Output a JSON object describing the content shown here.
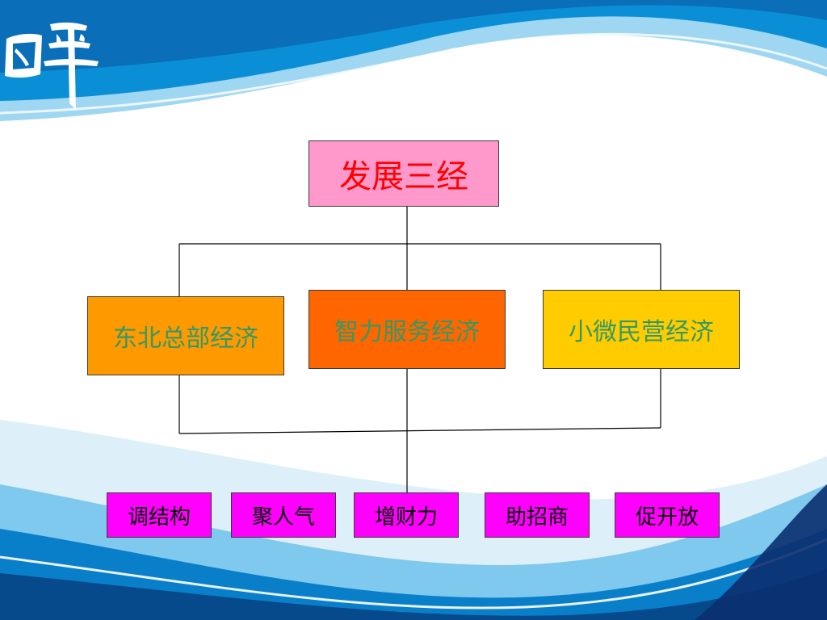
{
  "colors": {
    "root_fill": "#FF99CC",
    "root_text": "#FF0000",
    "mid_left_fill": "#FF9900",
    "mid_center_fill": "#FF6600",
    "mid_right_fill": "#FFCC00",
    "mid_text": "#339966",
    "leaf_fill": "#FF00FF",
    "leaf_text": "#000000",
    "wave_blue": "#0A7FC9",
    "wave_light": "#7FC8EE",
    "wave_deep": "#064A8C"
  },
  "icons": {
    "logo": "brush-calligraphy-logo"
  },
  "diagram": {
    "root": "发展三经",
    "middle": [
      "东北总部经济",
      "智力服务经济",
      "小微民营经济"
    ],
    "leaves": [
      "调结构",
      "聚人气",
      "增财力",
      "助招商",
      "促开放"
    ]
  }
}
